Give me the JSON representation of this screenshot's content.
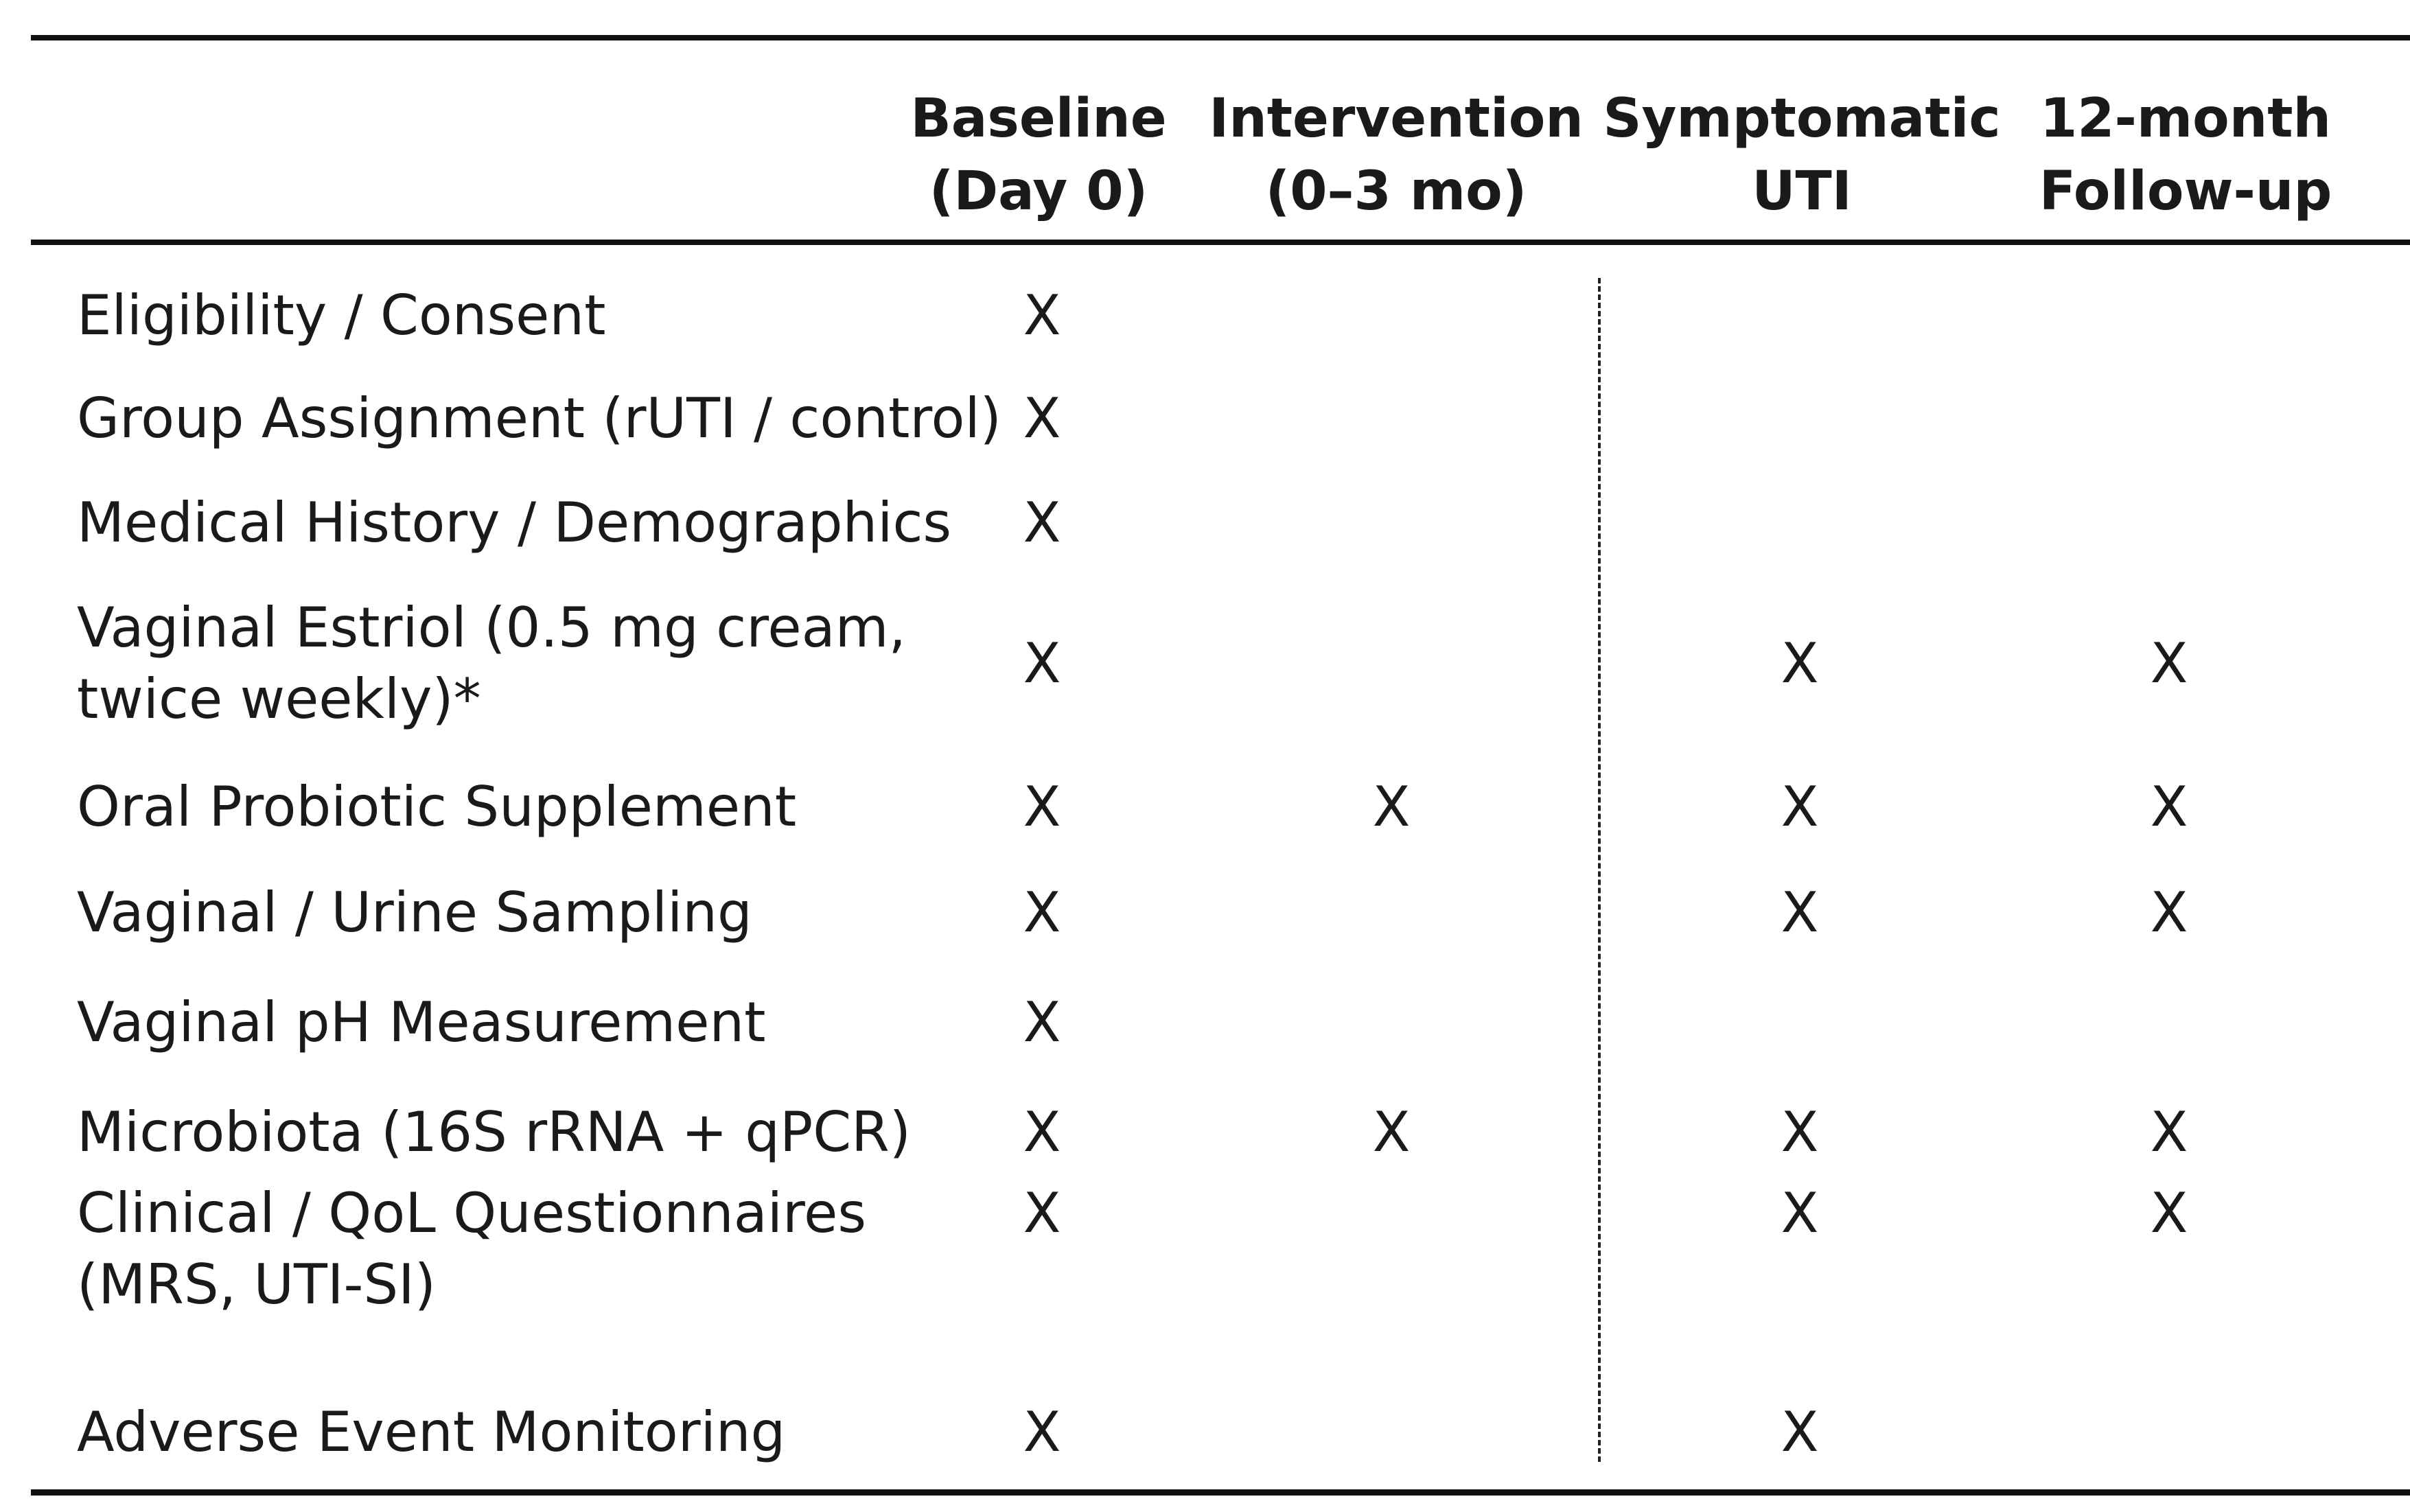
{
  "table": {
    "columns": [
      {
        "line1": "Baseline",
        "line2": "(Day 0)"
      },
      {
        "line1": "Intervention",
        "line2": "(0–3 mo)"
      },
      {
        "line1": "Symptomatic",
        "line2": "UTI"
      },
      {
        "line1": "12-month",
        "line2": "Follow-up"
      }
    ],
    "mark_symbol": "X",
    "rows": [
      {
        "label": [
          "Eligibility / Consent"
        ],
        "marks": [
          true,
          false,
          false,
          false
        ]
      },
      {
        "label": [
          "Group Assignment (rUTI / control)"
        ],
        "marks": [
          true,
          false,
          false,
          false
        ]
      },
      {
        "label": [
          "Medical History / Demographics"
        ],
        "marks": [
          true,
          false,
          false,
          false
        ]
      },
      {
        "label": [
          "Vaginal Estriol (0.5 mg cream,",
          "twice weekly)*"
        ],
        "marks": [
          true,
          false,
          true,
          true
        ]
      },
      {
        "label": [
          "Oral Probiotic Supplement"
        ],
        "marks": [
          true,
          true,
          true,
          true
        ]
      },
      {
        "label": [
          "Vaginal / Urine Sampling"
        ],
        "marks": [
          true,
          false,
          true,
          true
        ]
      },
      {
        "label": [
          "Vaginal pH Measurement"
        ],
        "marks": [
          true,
          false,
          false,
          false
        ]
      },
      {
        "label": [
          "Microbiota (16S rRNA + qPCR)"
        ],
        "marks": [
          true,
          true,
          true,
          true
        ]
      },
      {
        "label": [
          "Clinical / QoL Questionnaires",
          "(MRS, UTI-SI)"
        ],
        "marks": [
          true,
          false,
          true,
          true
        ]
      },
      {
        "label": [
          "Adverse Event Monitoring"
        ],
        "marks": [
          true,
          false,
          true,
          false
        ]
      }
    ]
  }
}
